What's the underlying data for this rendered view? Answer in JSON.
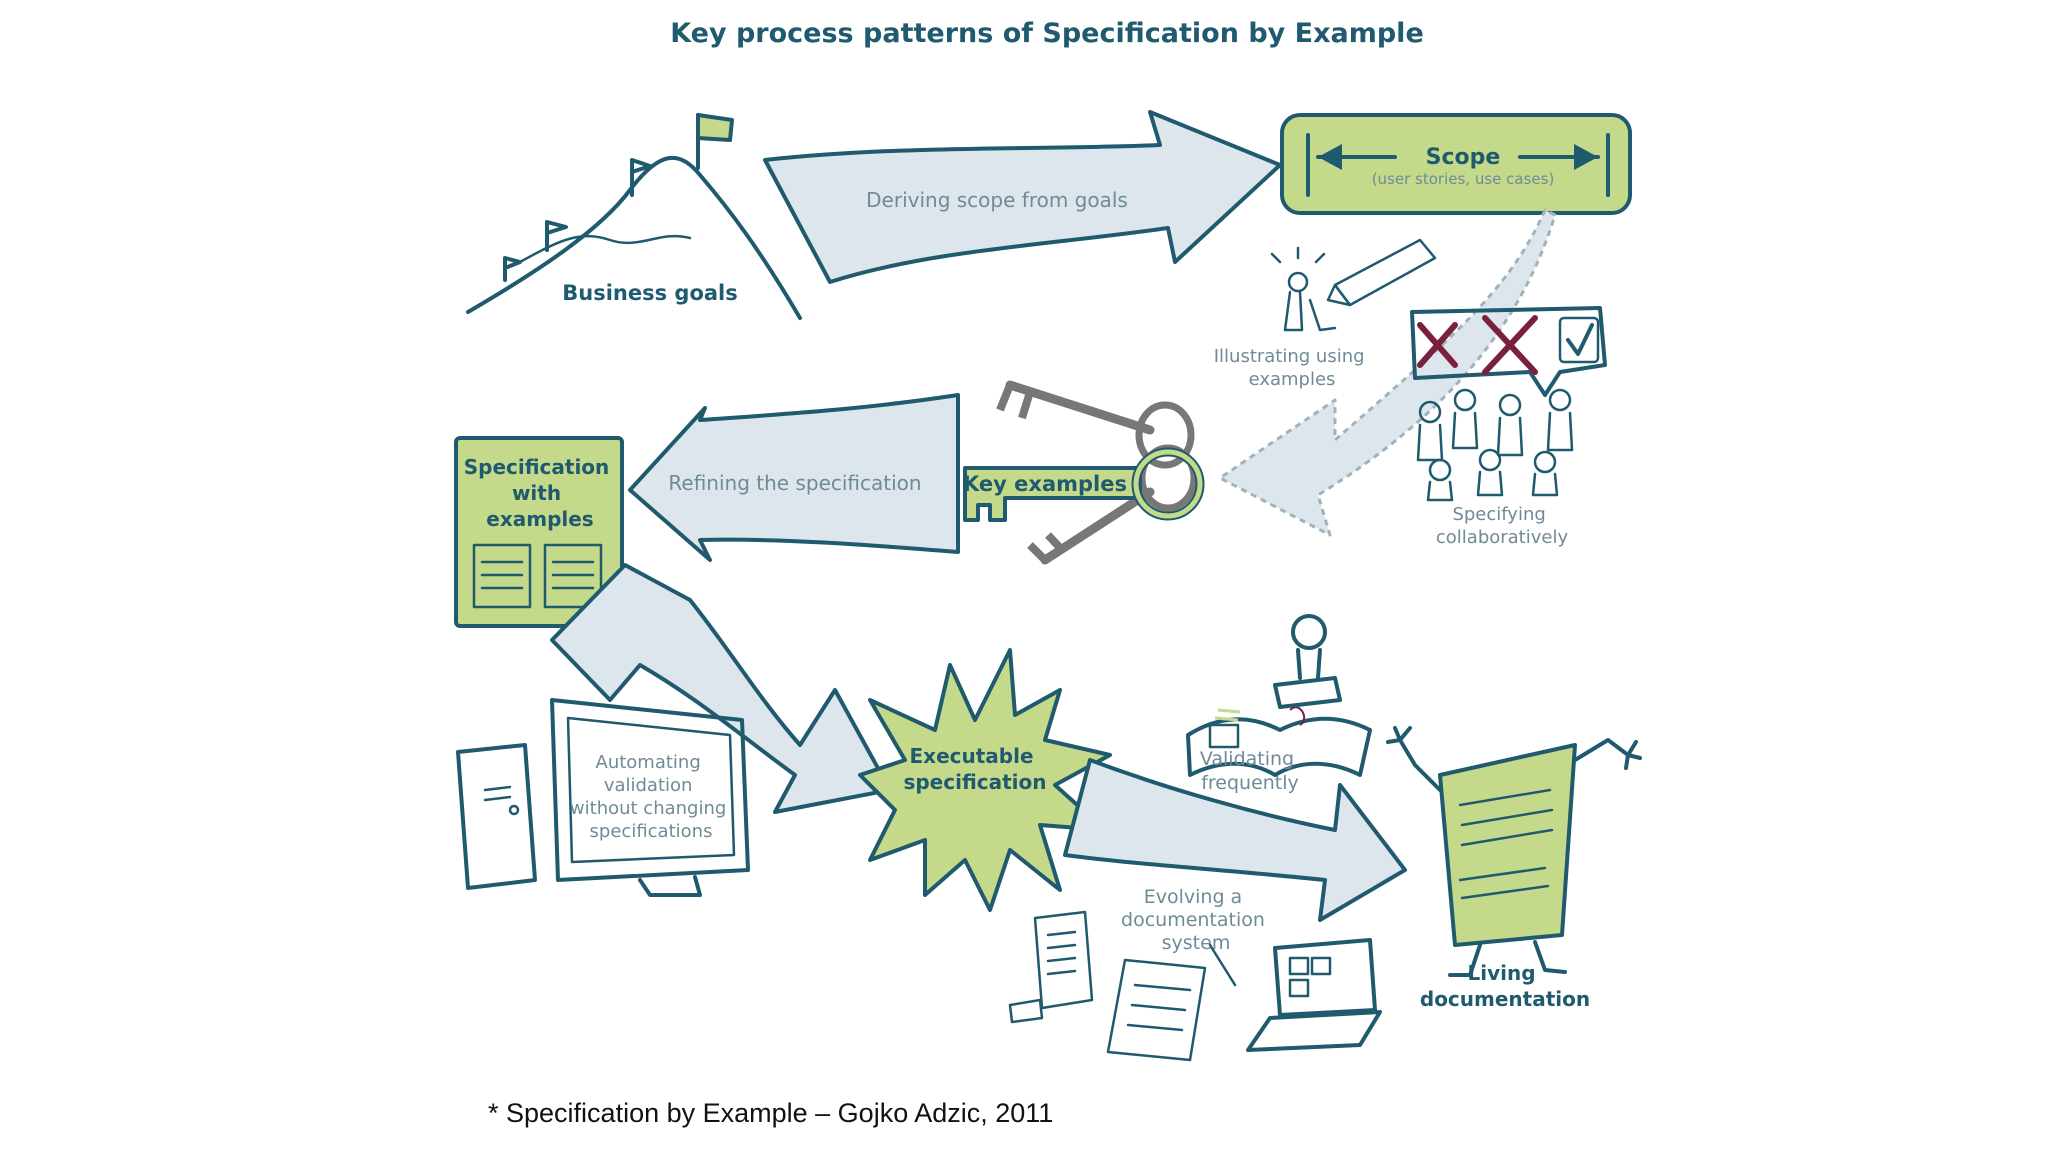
{
  "title": "Key process patterns of Specification by Example",
  "nodes": {
    "business_goals": "Business goals",
    "scope": "Scope",
    "scope_sub": "(user stories, use cases)",
    "spec_with_examples": [
      "Specification",
      "with",
      "examples"
    ],
    "key_examples": "Key examples",
    "executable_spec": [
      "Executable",
      "specification"
    ],
    "living_doc": [
      "Living",
      "documentation"
    ]
  },
  "steps": {
    "deriving_scope": "Deriving scope from goals",
    "illustrating": [
      "Illustrating using",
      "examples"
    ],
    "specifying": [
      "Specifying",
      "collaboratively"
    ],
    "refining": "Refining the specification",
    "automating": [
      "Automating",
      "validation",
      "without changing",
      "specifications"
    ],
    "validating": [
      "Validating",
      "frequently"
    ],
    "evolving": [
      "Evolving a",
      "documentation",
      "system"
    ]
  },
  "citation": "* Specification by Example – Gojko Adzic, 2011",
  "colors": {
    "accent_green": "#c4d98a",
    "ink": "#1f5a6e",
    "arrow_fill": "#dde6ec",
    "cross": "#7a1f3d"
  }
}
